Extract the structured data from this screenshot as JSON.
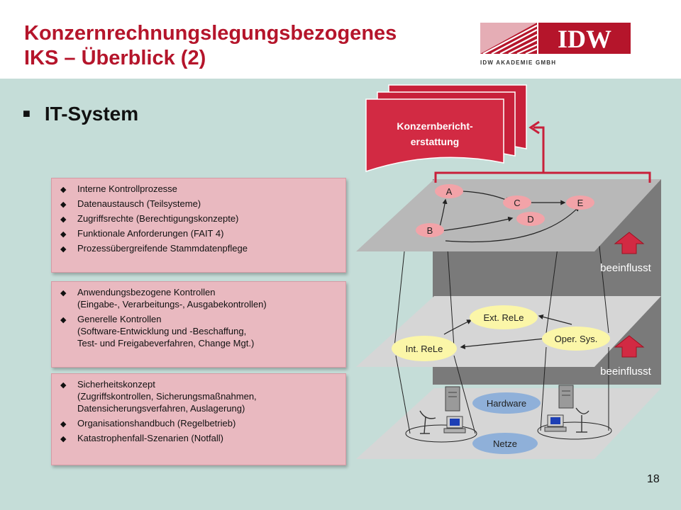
{
  "header": {
    "title_line1": "Konzernrechnungslegungsbezogenes",
    "title_line2": "IKS – Überblick (2)",
    "logo_text": "IDW",
    "logo_subtext": "IDW AKADEMIE GMBH"
  },
  "section": {
    "bullet": "■",
    "heading": "IT-System"
  },
  "boxes": [
    {
      "items": [
        "Interne Kontrollprozesse",
        "Datenaustausch (Teilsysteme)",
        "Zugriffsrechte (Berechtigungskonzepte)",
        "Funktionale Anforderungen (FAIT 4)",
        "Prozessübergreifende Stammdatenpflege"
      ]
    },
    {
      "items": [
        [
          "Anwendungsbezogene Kontrollen",
          "(Eingabe-, Verarbeitungs-, Ausgabekontrollen)"
        ],
        [
          "Generelle Kontrollen",
          "(Software-Entwicklung und -Beschaffung,",
          "Test- und Freigabeverfahren, Change Mgt.)"
        ]
      ]
    },
    {
      "items": [
        [
          "Sicherheitskonzept",
          "(Zugriffskontrollen, Sicherungsmaßnahmen,",
          "Datensicherungsverfahren, Auslagerung)"
        ],
        [
          "Organisationshandbuch (Regelbetrieb)"
        ],
        [
          "Katastrophenfall-Szenarien (Notfall)"
        ]
      ]
    }
  ],
  "bullet_glyph": "◆",
  "diagram": {
    "report_line1": "Konzernbericht-",
    "report_line2": "erstattung",
    "top_nodes": {
      "a": "A",
      "b": "B",
      "c": "C",
      "d": "D",
      "e": "E"
    },
    "mid_nodes": {
      "ext": "Ext. ReLe",
      "int": "Int. ReLe",
      "oper": "Oper. Sys."
    },
    "bottom_nodes": {
      "hardware": "Hardware",
      "netze": "Netze"
    },
    "influence_label": "beeinflusst"
  },
  "page_number": "18",
  "colors": {
    "brand_red": "#b5152b",
    "background_teal": "#c5ddd8",
    "box_pink": "#e9b9c0",
    "node_pink": "#f2a3a8",
    "node_yellow": "#fbf6a8",
    "node_blue": "#8fb0d9",
    "arrow_red": "#c8203a"
  }
}
